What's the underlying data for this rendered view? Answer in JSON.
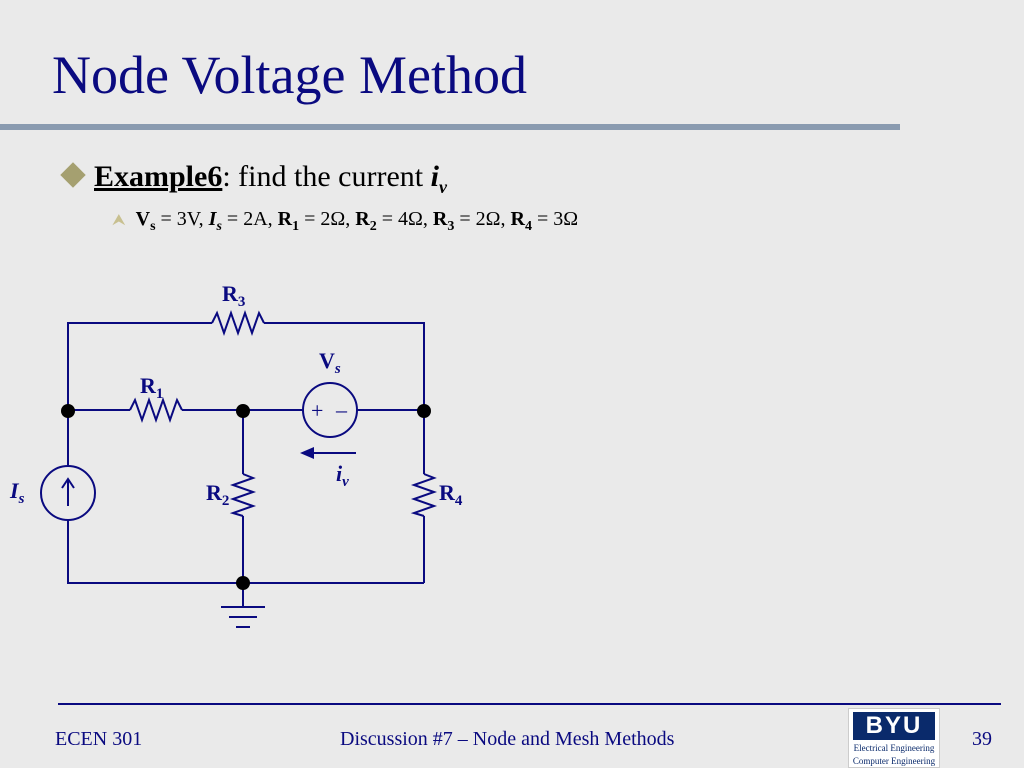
{
  "slide": {
    "title": "Node Voltage Method",
    "bullet": {
      "label": "Example6",
      "text": ": find the current ",
      "var": "i",
      "var_sub": "v"
    },
    "sub_bullet": {
      "vs_label": "V",
      "vs_sub": "s",
      "vs_val": " = 3V, ",
      "is_label": "I",
      "is_sub": "s",
      "is_val": " = 2A, ",
      "r1_label": "R",
      "r1_sub": "1",
      "r1_val": " = 2Ω, ",
      "r2_label": "R",
      "r2_sub": "2",
      "r2_val": " = 4Ω, ",
      "r3_label": "R",
      "r3_sub": "3",
      "r3_val": " = 2Ω, ",
      "r4_label": "R",
      "r4_sub": "4",
      "r4_val": " = 3Ω"
    }
  },
  "circuit": {
    "r3": {
      "label": "R",
      "sub": "3"
    },
    "r1": {
      "label": "R",
      "sub": "1"
    },
    "r2": {
      "label": "R",
      "sub": "2"
    },
    "r4": {
      "label": "R",
      "sub": "4"
    },
    "vs": {
      "label": "V",
      "sub": "s"
    },
    "is": {
      "label": "I",
      "sub": "s"
    },
    "iv": {
      "label": "i",
      "sub": "v"
    },
    "plus": "+",
    "minus": "–"
  },
  "footer": {
    "course": "ECEN 301",
    "topic": "Discussion #7 – Node and Mesh Methods",
    "page": "39",
    "logo_main": "BYU",
    "logo_line1": "Electrical Engineering",
    "logo_line2": "Computer Engineering"
  },
  "colors": {
    "title": "#0A0A80",
    "circuit": "#0A0A80",
    "background": "#EAEAEA"
  }
}
